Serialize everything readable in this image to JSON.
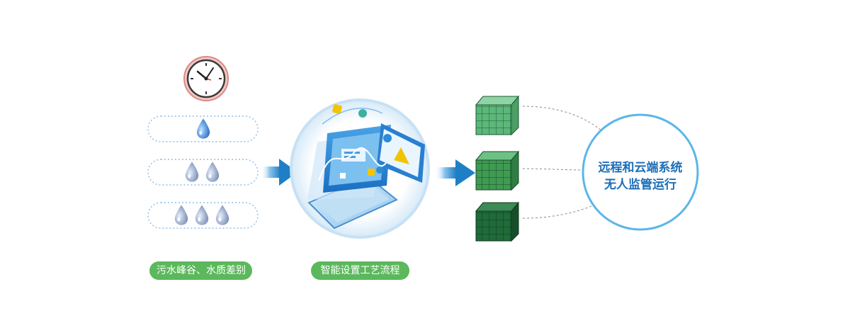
{
  "labels": {
    "left": "污水峰谷、水质差别",
    "middle": "智能设置工艺流程"
  },
  "system": {
    "line1": "远程和云端系统",
    "line2": "无人监管运行"
  },
  "colors": {
    "pill_green": "#5cb85c",
    "arrow_blue": "#1f7fc6",
    "circle_border": "#5bb6e8",
    "circle_text": "#1d6fb8",
    "cube_light": "#4caf6e",
    "cube_mid": "#3a9c4e",
    "cube_dark": "#1f6b39",
    "drop_blue": "#3a7bd5",
    "clock_rim": "#e7a8a8"
  },
  "icons": {
    "clock": "clock-icon",
    "drop": "water-drop-icon",
    "laptop": "laptop-icon",
    "cube": "tank-cube-icon"
  },
  "drop_rows": [
    1,
    2,
    3
  ]
}
